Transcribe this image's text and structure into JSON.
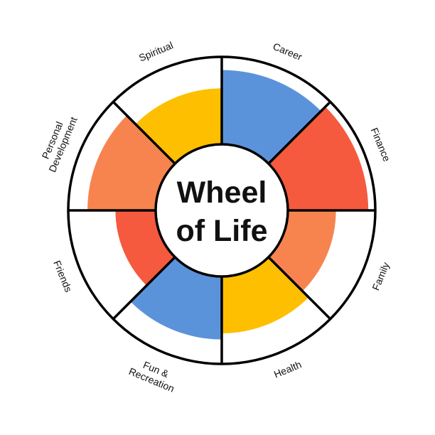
{
  "title": {
    "line1": "Wheel",
    "line2": "of Life"
  },
  "scale_max": 10,
  "segments": [
    {
      "key": "career",
      "label_lines": [
        "Career"
      ],
      "score": 8.5,
      "color": "#5B93DB"
    },
    {
      "key": "finance",
      "label_lines": [
        "Finance"
      ],
      "score": 9.2,
      "color": "#F55A3E"
    },
    {
      "key": "family",
      "label_lines": [
        "Family"
      ],
      "score": 5.5,
      "color": "#F7844F"
    },
    {
      "key": "health",
      "label_lines": [
        "Health"
      ],
      "score": 6.5,
      "color": "#FDBF00"
    },
    {
      "key": "fun",
      "label_lines": [
        "Fun &",
        "Recreation"
      ],
      "score": 7.2,
      "color": "#5B93DB"
    },
    {
      "key": "friends",
      "label_lines": [
        "Friends"
      ],
      "score": 4.6,
      "color": "#F55A3E"
    },
    {
      "key": "personal",
      "label_lines": [
        "Personal",
        "Development"
      ],
      "score": 7.8,
      "color": "#F7844F"
    },
    {
      "key": "spiritual",
      "label_lines": [
        "Spiritual"
      ],
      "score": 6.4,
      "color": "#FDBF00"
    }
  ]
}
